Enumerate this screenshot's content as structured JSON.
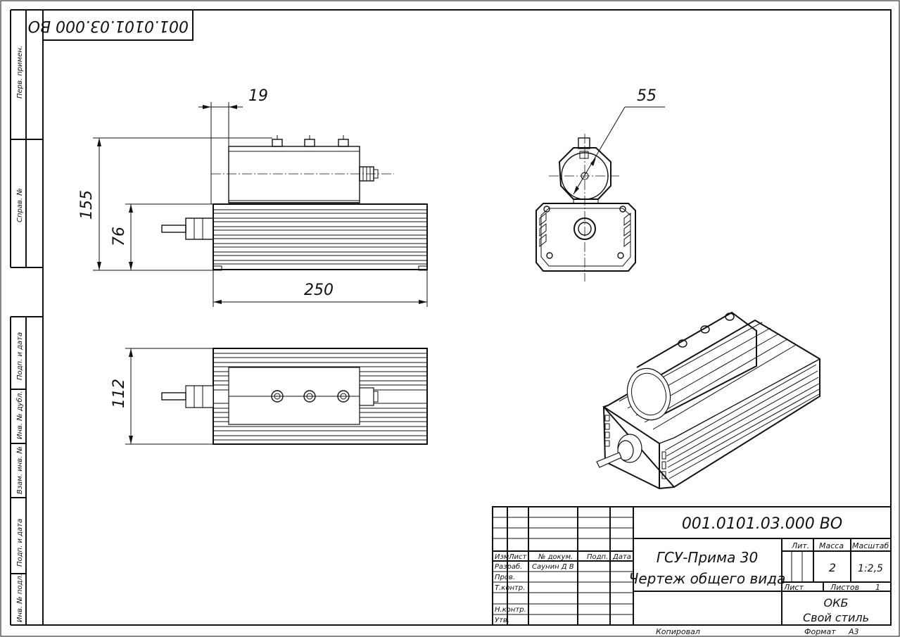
{
  "stamp": {
    "doc_code_top": "001.0101.03.000 ВО",
    "doc_code": "001.0101.03.000 ВО",
    "product_name": "ГСУ-Прима 30",
    "doc_type": "Чертеж общего вида",
    "col_lit": "Лит.",
    "col_mass": "Масса",
    "col_scale": "Масштаб",
    "mass_value": "2",
    "scale_value": "1:2,5",
    "sheet_label": "Лист",
    "sheets_label": "Листов",
    "sheets_value": "1",
    "org_line1": "ОКБ",
    "org_line2": "Свой стиль",
    "copied_label": "Копировал",
    "format_label": "Формат",
    "format_value": "А3",
    "header_izm": "Изм",
    "header_list": "Лист",
    "header_docnum": "№ докум.",
    "header_sign": "Подп.",
    "header_date": "Дата",
    "row_razrab": "Разраб.",
    "razrab_name": "Саунин Д В",
    "row_prov": "Пров.",
    "row_tkontr": "Т.контр.",
    "row_nkontr": "Н.контр.",
    "row_utv": "Утв."
  },
  "side_stamp": {
    "perv_primen": "Перв. примен.",
    "sprav_no": "Справ. №",
    "podp_data_1": "Подп. и дата",
    "inv_dubl": "Инв. № дубл.",
    "vzam_inv": "Взам. инв. №",
    "podp_data_2": "Подп. и дата",
    "inv_podl": "Инв. № подл."
  },
  "dimensions": {
    "d19": "19",
    "d55": "55",
    "d155": "155",
    "d76": "76",
    "d250": "250",
    "d112": "112"
  }
}
